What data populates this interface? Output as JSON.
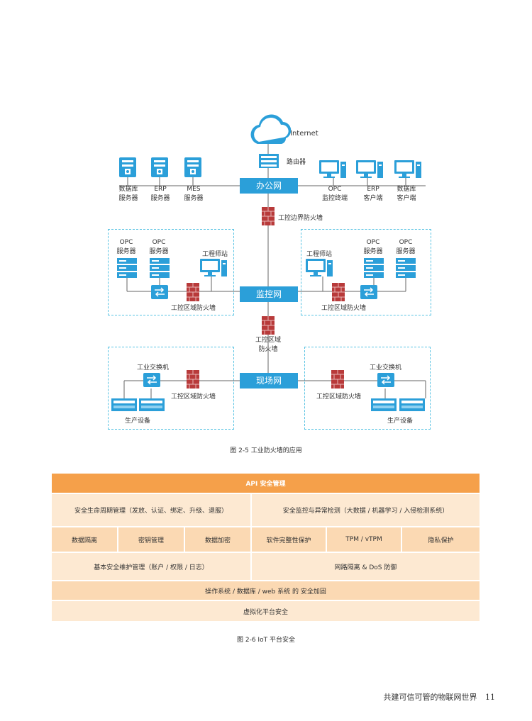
{
  "diagram": {
    "internet": "Internet",
    "router": "路由器",
    "office_net": "办公网",
    "monitor_net": "监控网",
    "field_net": "现场网",
    "top_servers": [
      {
        "l1": "数据库",
        "l2": "服务器"
      },
      {
        "l1": "ERP",
        "l2": "服务器"
      },
      {
        "l1": "MES",
        "l2": "服务器"
      }
    ],
    "top_clients": [
      {
        "l1": "OPC",
        "l2": "监控终端"
      },
      {
        "l1": "ERP",
        "l2": "客户端"
      },
      {
        "l1": "数据库",
        "l2": "客户端"
      }
    ],
    "boundary_fw": "工控边界防火墙",
    "left_zone": {
      "servers": [
        {
          "l1": "OPC",
          "l2": "服务器"
        },
        {
          "l1": "OPC",
          "l2": "服务器"
        }
      ],
      "station": "工程师站",
      "fw": "工控区域防火墙"
    },
    "right_zone": {
      "servers": [
        {
          "l1": "OPC",
          "l2": "服务器"
        },
        {
          "l1": "OPC",
          "l2": "服务器"
        }
      ],
      "station": "工程师站",
      "fw": "工控区域防火墙"
    },
    "mid_fw_l1": "工控区域",
    "mid_fw_l2": "防火墙",
    "field_left": {
      "switch": "工业交换机",
      "fw": "工控区域防火墙",
      "devices": "生产设备"
    },
    "field_right": {
      "switch": "工业交换机",
      "fw": "工控区域防火墙",
      "devices": "生产设备"
    },
    "caption": "图 2-5 工业防火墙的应用"
  },
  "platform": {
    "header": "API 安全管理",
    "row1": [
      "安全生命周期管理（发放、认证、绑定、升级、退服）",
      "安全监控与异常检测（大数据 / 机器学习 / 入侵检测系统）"
    ],
    "row2": [
      "数据隔离",
      "密钥管理",
      "数据加密",
      "软件完整性保护",
      "TPM / vTPM",
      "隐私保护"
    ],
    "row3": [
      "基本安全维护管理（账户 / 权限 / 日志）",
      "网路隔离 & DoS 防御"
    ],
    "row4": "操作系统 / 数据库 / web 系统 的 安全加固",
    "row5": "虚拟化平台安全",
    "caption": "图 2-6 IoT 平台安全",
    "colors": {
      "header": "#f5a04a",
      "light": "#fde9d2",
      "mid": "#fbd9b3"
    }
  },
  "footer": {
    "text": "共建可信可管的物联网世界",
    "page": "11"
  }
}
